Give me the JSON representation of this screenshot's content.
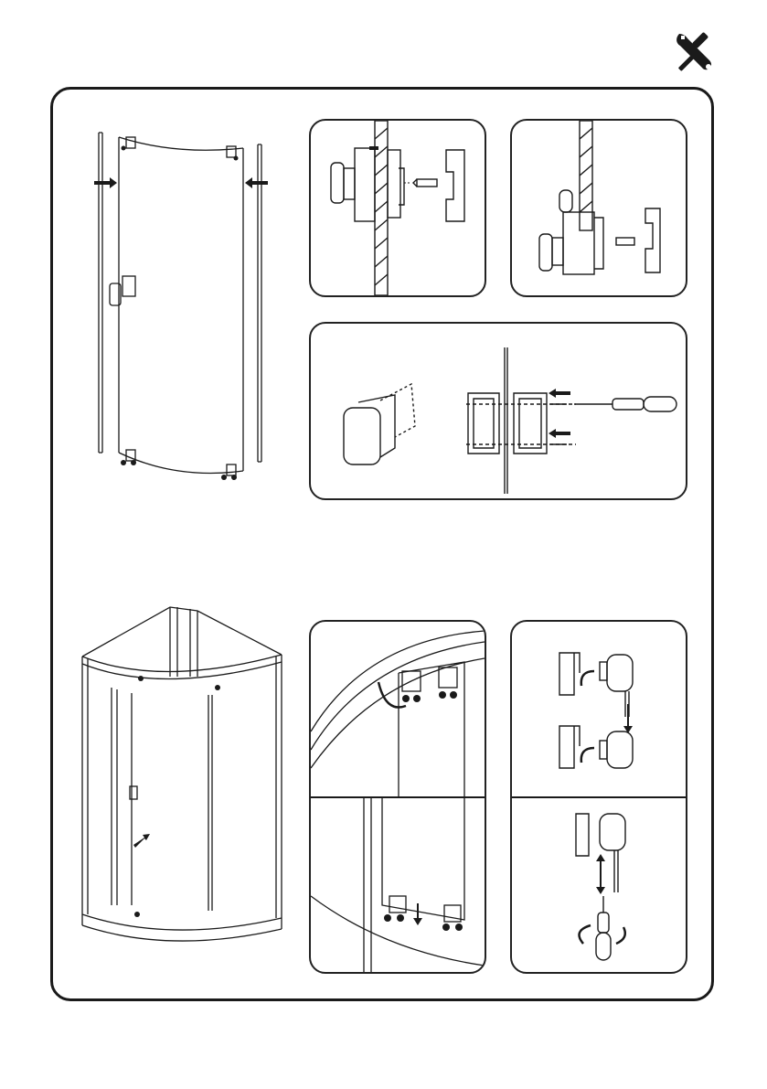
{
  "page": {
    "title": ""
  },
  "icons": {
    "header": "tools-icon",
    "screwdriver": "screwdriver-icon",
    "arrow": "arrow-icon",
    "rotate": "rotate-arrow-icon"
  },
  "colors": {
    "line": "#1a1a1a",
    "background": "#ffffff"
  },
  "sections": [
    {
      "name": "glass-panel-hinge-installation",
      "panels": 4
    },
    {
      "name": "door-hanging-and-adjustment",
      "panels": 5
    }
  ]
}
